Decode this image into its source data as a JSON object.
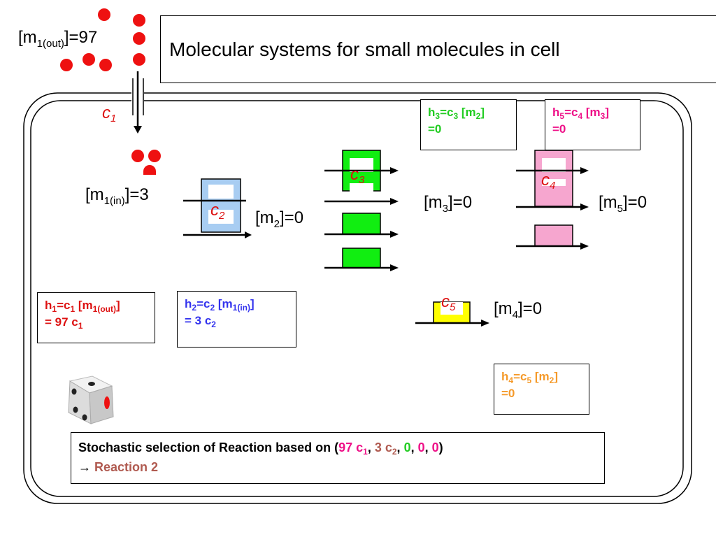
{
  "title": "Molecular systems for small molecules in cell",
  "species": {
    "m1_out": {
      "label_m": "[m",
      "sub": "1(out)",
      "value": "]=97"
    },
    "m1_in": {
      "label_m": "[m",
      "sub": "1(in)",
      "value": "]=3"
    },
    "m2": {
      "label_m": "[m",
      "sub": "2",
      "value": "]=0"
    },
    "m3": {
      "label_m": "[m",
      "sub": "3",
      "value": "]=0"
    },
    "m4": {
      "label_m": "[m",
      "sub": "4",
      "value": "]=0"
    },
    "m5": {
      "label_m": "[m",
      "sub": "5",
      "value": "]=0"
    }
  },
  "constants": {
    "c1": {
      "c": "c",
      "sub": "1"
    },
    "c2": {
      "c": "c",
      "sub": "2"
    },
    "c3": {
      "c": "c",
      "sub": "3"
    },
    "c4": {
      "c": "c",
      "sub": "4"
    },
    "c5": {
      "c": "c",
      "sub": "5"
    }
  },
  "propensities": {
    "h1": {
      "line1_a": "h",
      "line1_a_sub": "1",
      "line1_b": "=c",
      "line1_b_sub": "1",
      "line1_c": " [m",
      "line1_c_sub": "1(out)",
      "line1_d": "]",
      "line2_a": "= 97 c",
      "line2_a_sub": "1",
      "color": "#dd1111"
    },
    "h2": {
      "line1_a": "h",
      "line1_a_sub": "2",
      "line1_b": "=c",
      "line1_b_sub": "2",
      "line1_c": " [m",
      "line1_c_sub": "1(in)",
      "line1_d": "]",
      "line2_a": "= 3 c",
      "line2_a_sub": "2",
      "color": "#3333ee"
    },
    "h3": {
      "line1_a": "h",
      "line1_a_sub": "3",
      "line1_b": "=c",
      "line1_b_sub": "3",
      "line1_c": " [m",
      "line1_c_sub": "2",
      "line1_d": "]",
      "line2_a": "=0",
      "color": "#22cc22"
    },
    "h4": {
      "line1_a": "h",
      "line1_a_sub": "4",
      "line1_b": "=c",
      "line1_b_sub": "5",
      "line1_c": " [m",
      "line1_c_sub": "2",
      "line1_d": "]",
      "line2_a": "=0",
      "color": "#f59a2a"
    },
    "h5": {
      "line1_a": "h",
      "line1_a_sub": "5",
      "line1_b": "=c",
      "line1_b_sub": "4",
      "line1_c": " [m",
      "line1_c_sub": "3",
      "line1_d": "]",
      "line2_a": "=0",
      "color": "#ee1188"
    }
  },
  "selection": {
    "prefix": "Stochastic selection of Reaction based on (",
    "items": [
      {
        "a": "97 c",
        "sub": "1",
        "color": "#ee1188"
      },
      {
        "a": "3 c",
        "sub": "2",
        "color": "#b05a50"
      },
      {
        "a": "0",
        "sub": "",
        "color": "#22cc22"
      },
      {
        "a": "0",
        "sub": "",
        "color": "#ee1188"
      },
      {
        "a": "0",
        "sub": "",
        "color": "#ee1188"
      }
    ],
    "separator": ", ",
    "suffix": ")",
    "arrow": "→",
    "result": "Reaction 2",
    "result_color": "#b05a50"
  },
  "colors": {
    "channel_blue": "#a8cdf2",
    "channel_green": "#11ee11",
    "channel_pink": "#f6a6cf",
    "channel_yellow": "#ffff00",
    "molecule_red": "#ee1111"
  }
}
